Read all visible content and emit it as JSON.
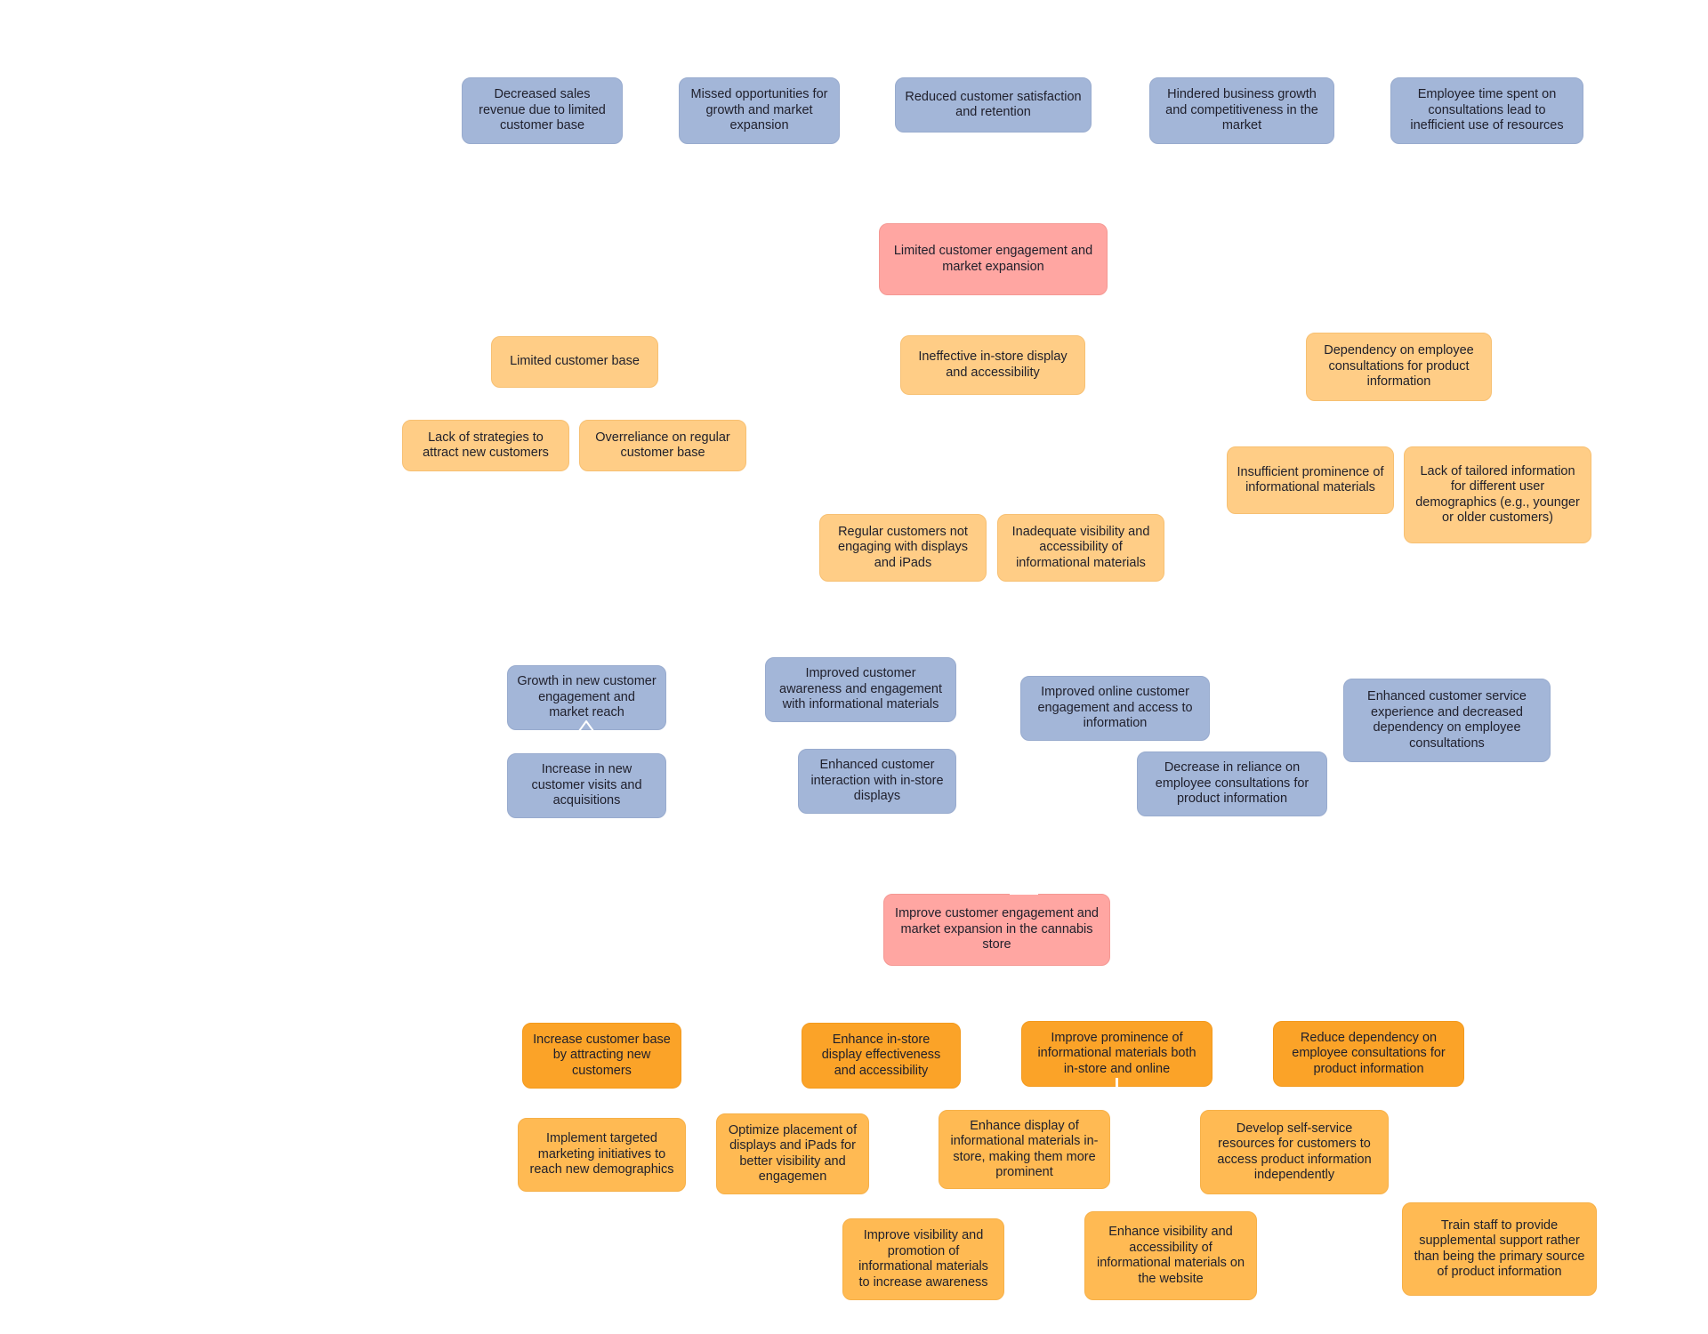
{
  "effects": [
    {
      "id": "effect-decreased-sales",
      "text": "Decreased sales revenue due to limited customer base"
    },
    {
      "id": "effect-missed-opportunities",
      "text": "Missed opportunities for growth and market expansion"
    },
    {
      "id": "effect-reduced-satisfaction",
      "text": "Reduced customer satisfaction and retention"
    },
    {
      "id": "effect-hindered-growth",
      "text": "Hindered business growth and competitiveness in the market"
    },
    {
      "id": "effect-employee-time",
      "text": "Employee time spent on consultations lead to inefficient use of resources"
    }
  ],
  "core_problem": "Limited customer engagement and market expansion",
  "causes": {
    "limited_base": "Limited customer base",
    "lack_strategies": "Lack of strategies to attract new customers",
    "overreliance": "Overreliance on regular customer base",
    "ineffective_display": "Ineffective in-store display and accessibility",
    "regular_not_engaging": "Regular customers not engaging with displays and iPads",
    "inadequate_visibility": "Inadequate visibility and accessibility of informational materials",
    "dependency": "Dependency on employee consultations for product information",
    "insufficient_prominence": "Insufficient prominence of informational materials",
    "lack_tailored": "Lack of tailored information for different user demographics (e.g., younger or older customers)"
  },
  "outcomes": {
    "growth_new": "Growth in new customer engagement and market reach",
    "increase_visits": "Increase in new customer visits and acquisitions",
    "improved_awareness": "Improved customer awareness and engagement with informational materials",
    "enhanced_interaction": "Enhanced customer interaction with in-store displays",
    "improved_online": "Improved online customer engagement and access to information",
    "decrease_reliance": "Decrease in reliance on employee consultations for product information",
    "enhanced_service": "Enhanced customer service experience and decreased dependency on employee consultations"
  },
  "core_objective": "Improve customer engagement and market expansion in the cannabis store",
  "objectives": {
    "increase_base": "Increase customer base by attracting new customers",
    "enhance_display": "Enhance in-store display effectiveness and accessibility",
    "improve_prominence": "Improve prominence of informational materials both in-store and online",
    "reduce_dependency": "Reduce dependency on employee consultations for product information"
  },
  "actions": {
    "targeted_marketing": "Implement targeted marketing initiatives to reach new demographics",
    "optimize_placement": "Optimize placement of displays and iPads for better visibility and engagemen",
    "enhance_display_materials": "Enhance display of informational materials in-store, making them more prominent",
    "self_service": "Develop self-service resources for customers to access product information independently",
    "improve_visibility": "Improve visibility and promotion of informational materials to increase awareness",
    "website_visibility": "Enhance visibility and accessibility of informational materials on the website",
    "train_staff": "Train staff to provide supplemental support rather than being the primary source of product information"
  }
}
